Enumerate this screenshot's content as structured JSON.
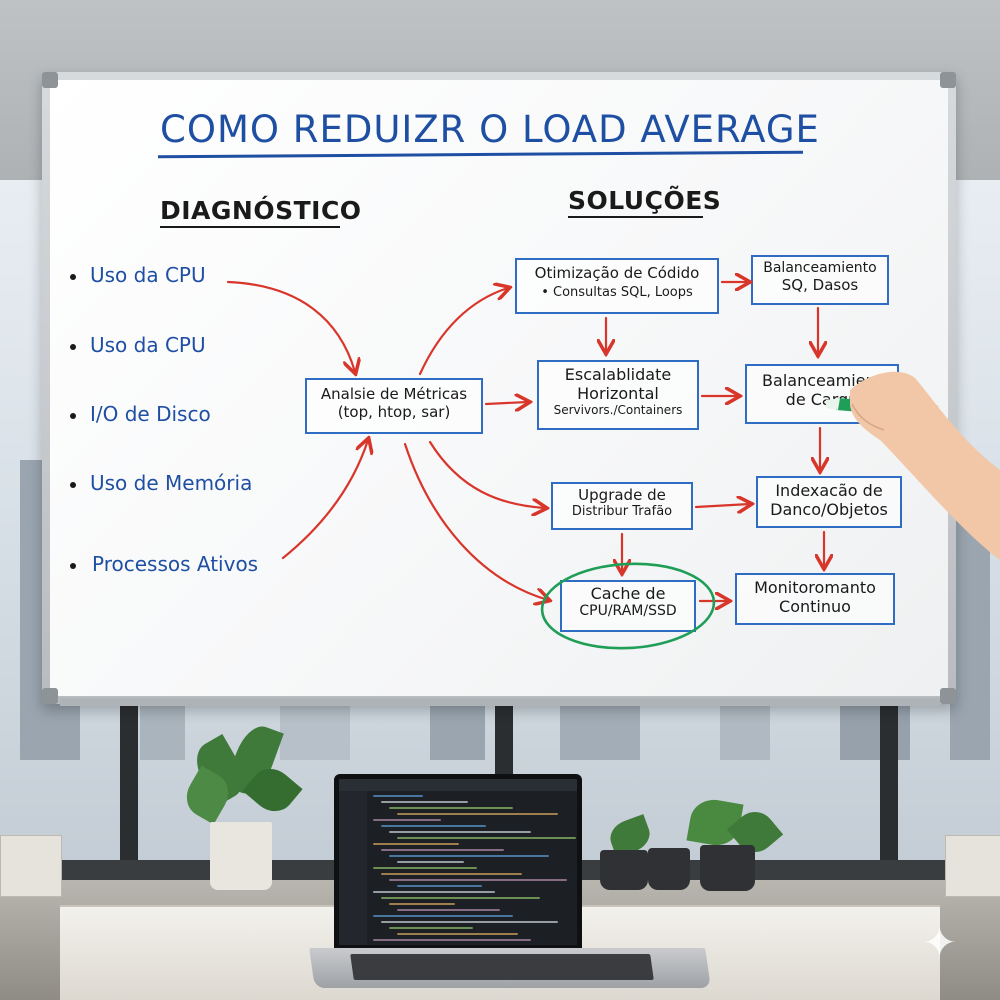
{
  "whiteboard": {
    "title": "COMO REDUIZR O LOAD AVERAGE",
    "diagnostico": {
      "heading": "DIAGNÓSTICO",
      "items": [
        "Uso da CPU",
        "Uso da CPU",
        "I/O de Disco",
        "Uso de Memória",
        "Processos Ativos"
      ]
    },
    "solucoes": {
      "heading": "SOLUÇÕES"
    },
    "analysis_box": {
      "line1": "Analsie de Métricas",
      "line2": "(top, htop, sar)"
    },
    "boxes": {
      "otimizacao": {
        "line1": "Otimização de Códido",
        "line2": "• Consultas SQL, Loops"
      },
      "balanceamento_sq": {
        "line1": "Balanceamiento",
        "line2": "SQ, Dasos"
      },
      "escalabilidade": {
        "line1": "Escalablidate",
        "line2": "Horizontal",
        "line3": "Servivors./Containers"
      },
      "balanceamento_carga": {
        "line1": "Balanceamient",
        "line2": "de Cargu"
      },
      "upgrade": {
        "line1": "Upgrade de",
        "line2": "Distribur Trafão"
      },
      "indexacao": {
        "line1": "Indexacão de",
        "line2": "Danco/Objetos"
      },
      "cache": {
        "line1": "Cache de",
        "line2": "CPU/RAM/SSD"
      },
      "monitoramento": {
        "line1": "Monitoromanto",
        "line2": "Continuo"
      }
    }
  },
  "icons": [
    "marker-icon",
    "sparkle-icon"
  ],
  "colors": {
    "title_blue": "#1f4fa3",
    "box_border": "#2f6cc4",
    "arrow_red": "#d9362b",
    "highlight_green": "#1f9e58"
  }
}
